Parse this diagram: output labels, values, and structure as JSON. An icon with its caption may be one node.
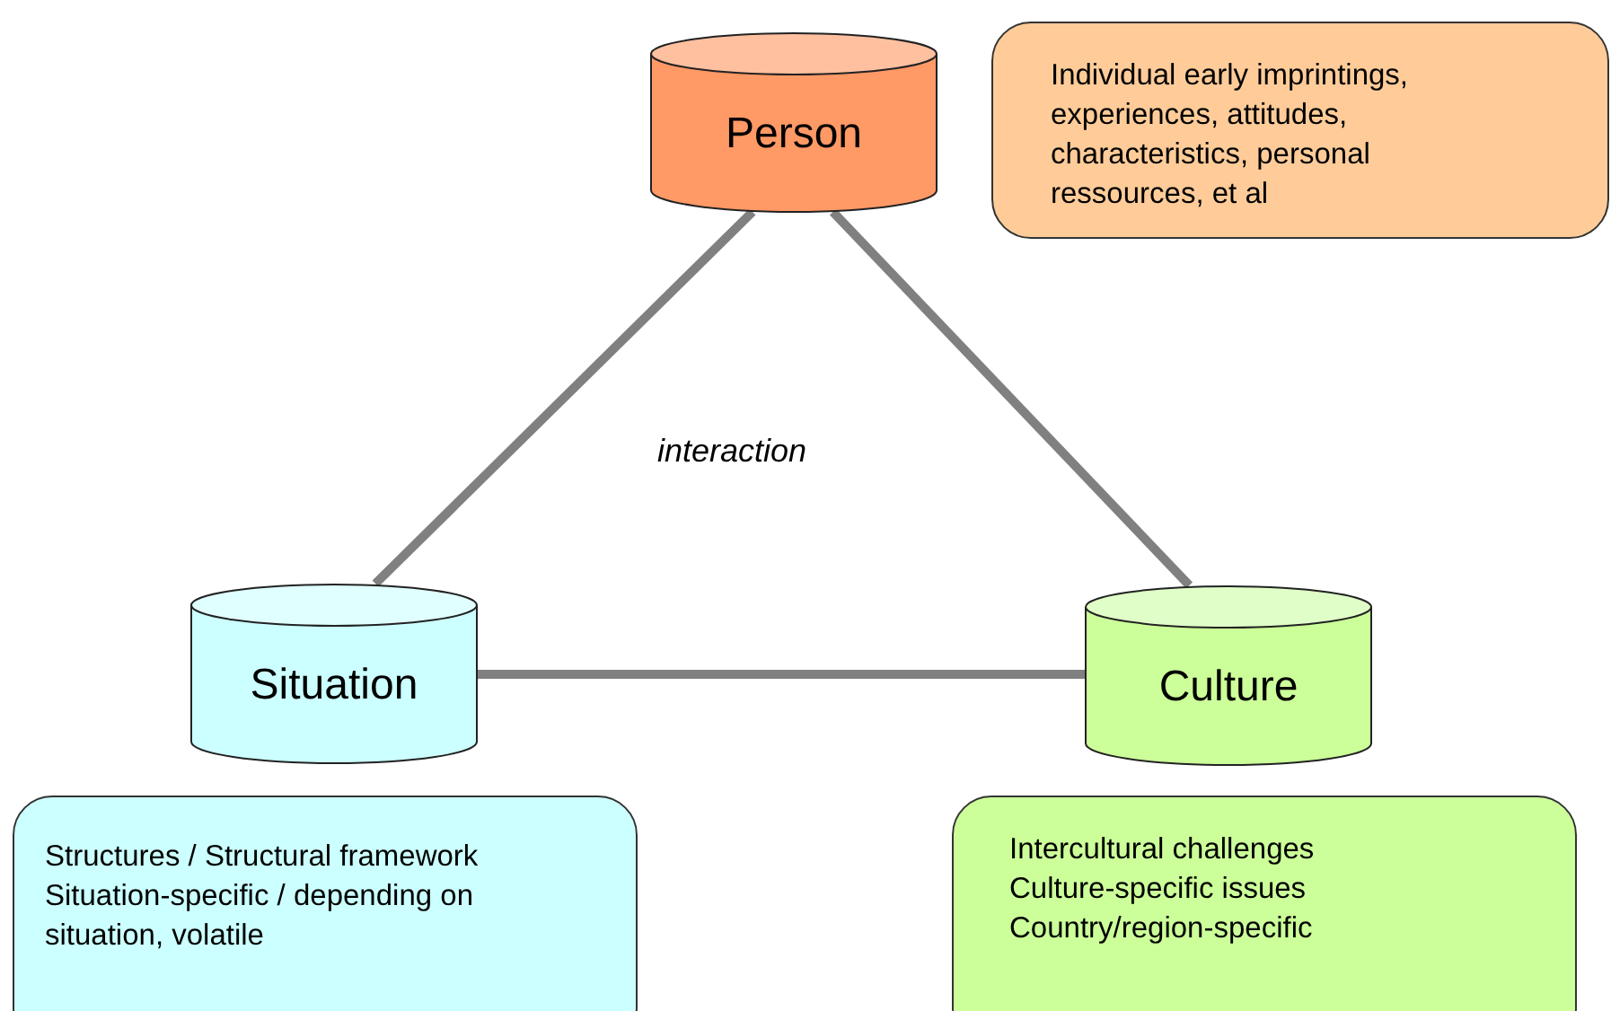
{
  "diagram": {
    "nodes": [
      {
        "text": [
          "Person"
        ]
      },
      {
        "text": [
          "Individual early imprintings, experiences, attitudes, characteristics, personal ressources, et al"
        ]
      },
      {
        "text": [
          "Situation"
        ]
      },
      {
        "text": [
          "Culture"
        ]
      },
      {
        "text": [
          "Structures / Structural framework",
          "Situation-specific / depending on situation, volatile"
        ]
      },
      {
        "text": [
          "Intercultural challenges",
          "Culture-specific issues",
          "Country/region-specific"
        ]
      }
    ],
    "edges": [
      {
        "from": 0,
        "to": 2,
        "arrow": "none"
      },
      {
        "from": 0,
        "to": 3,
        "arrow": "none"
      },
      {
        "from": 2,
        "to": 3,
        "arrow": "none"
      }
    ],
    "labels": [
      "interaction"
    ]
  }
}
